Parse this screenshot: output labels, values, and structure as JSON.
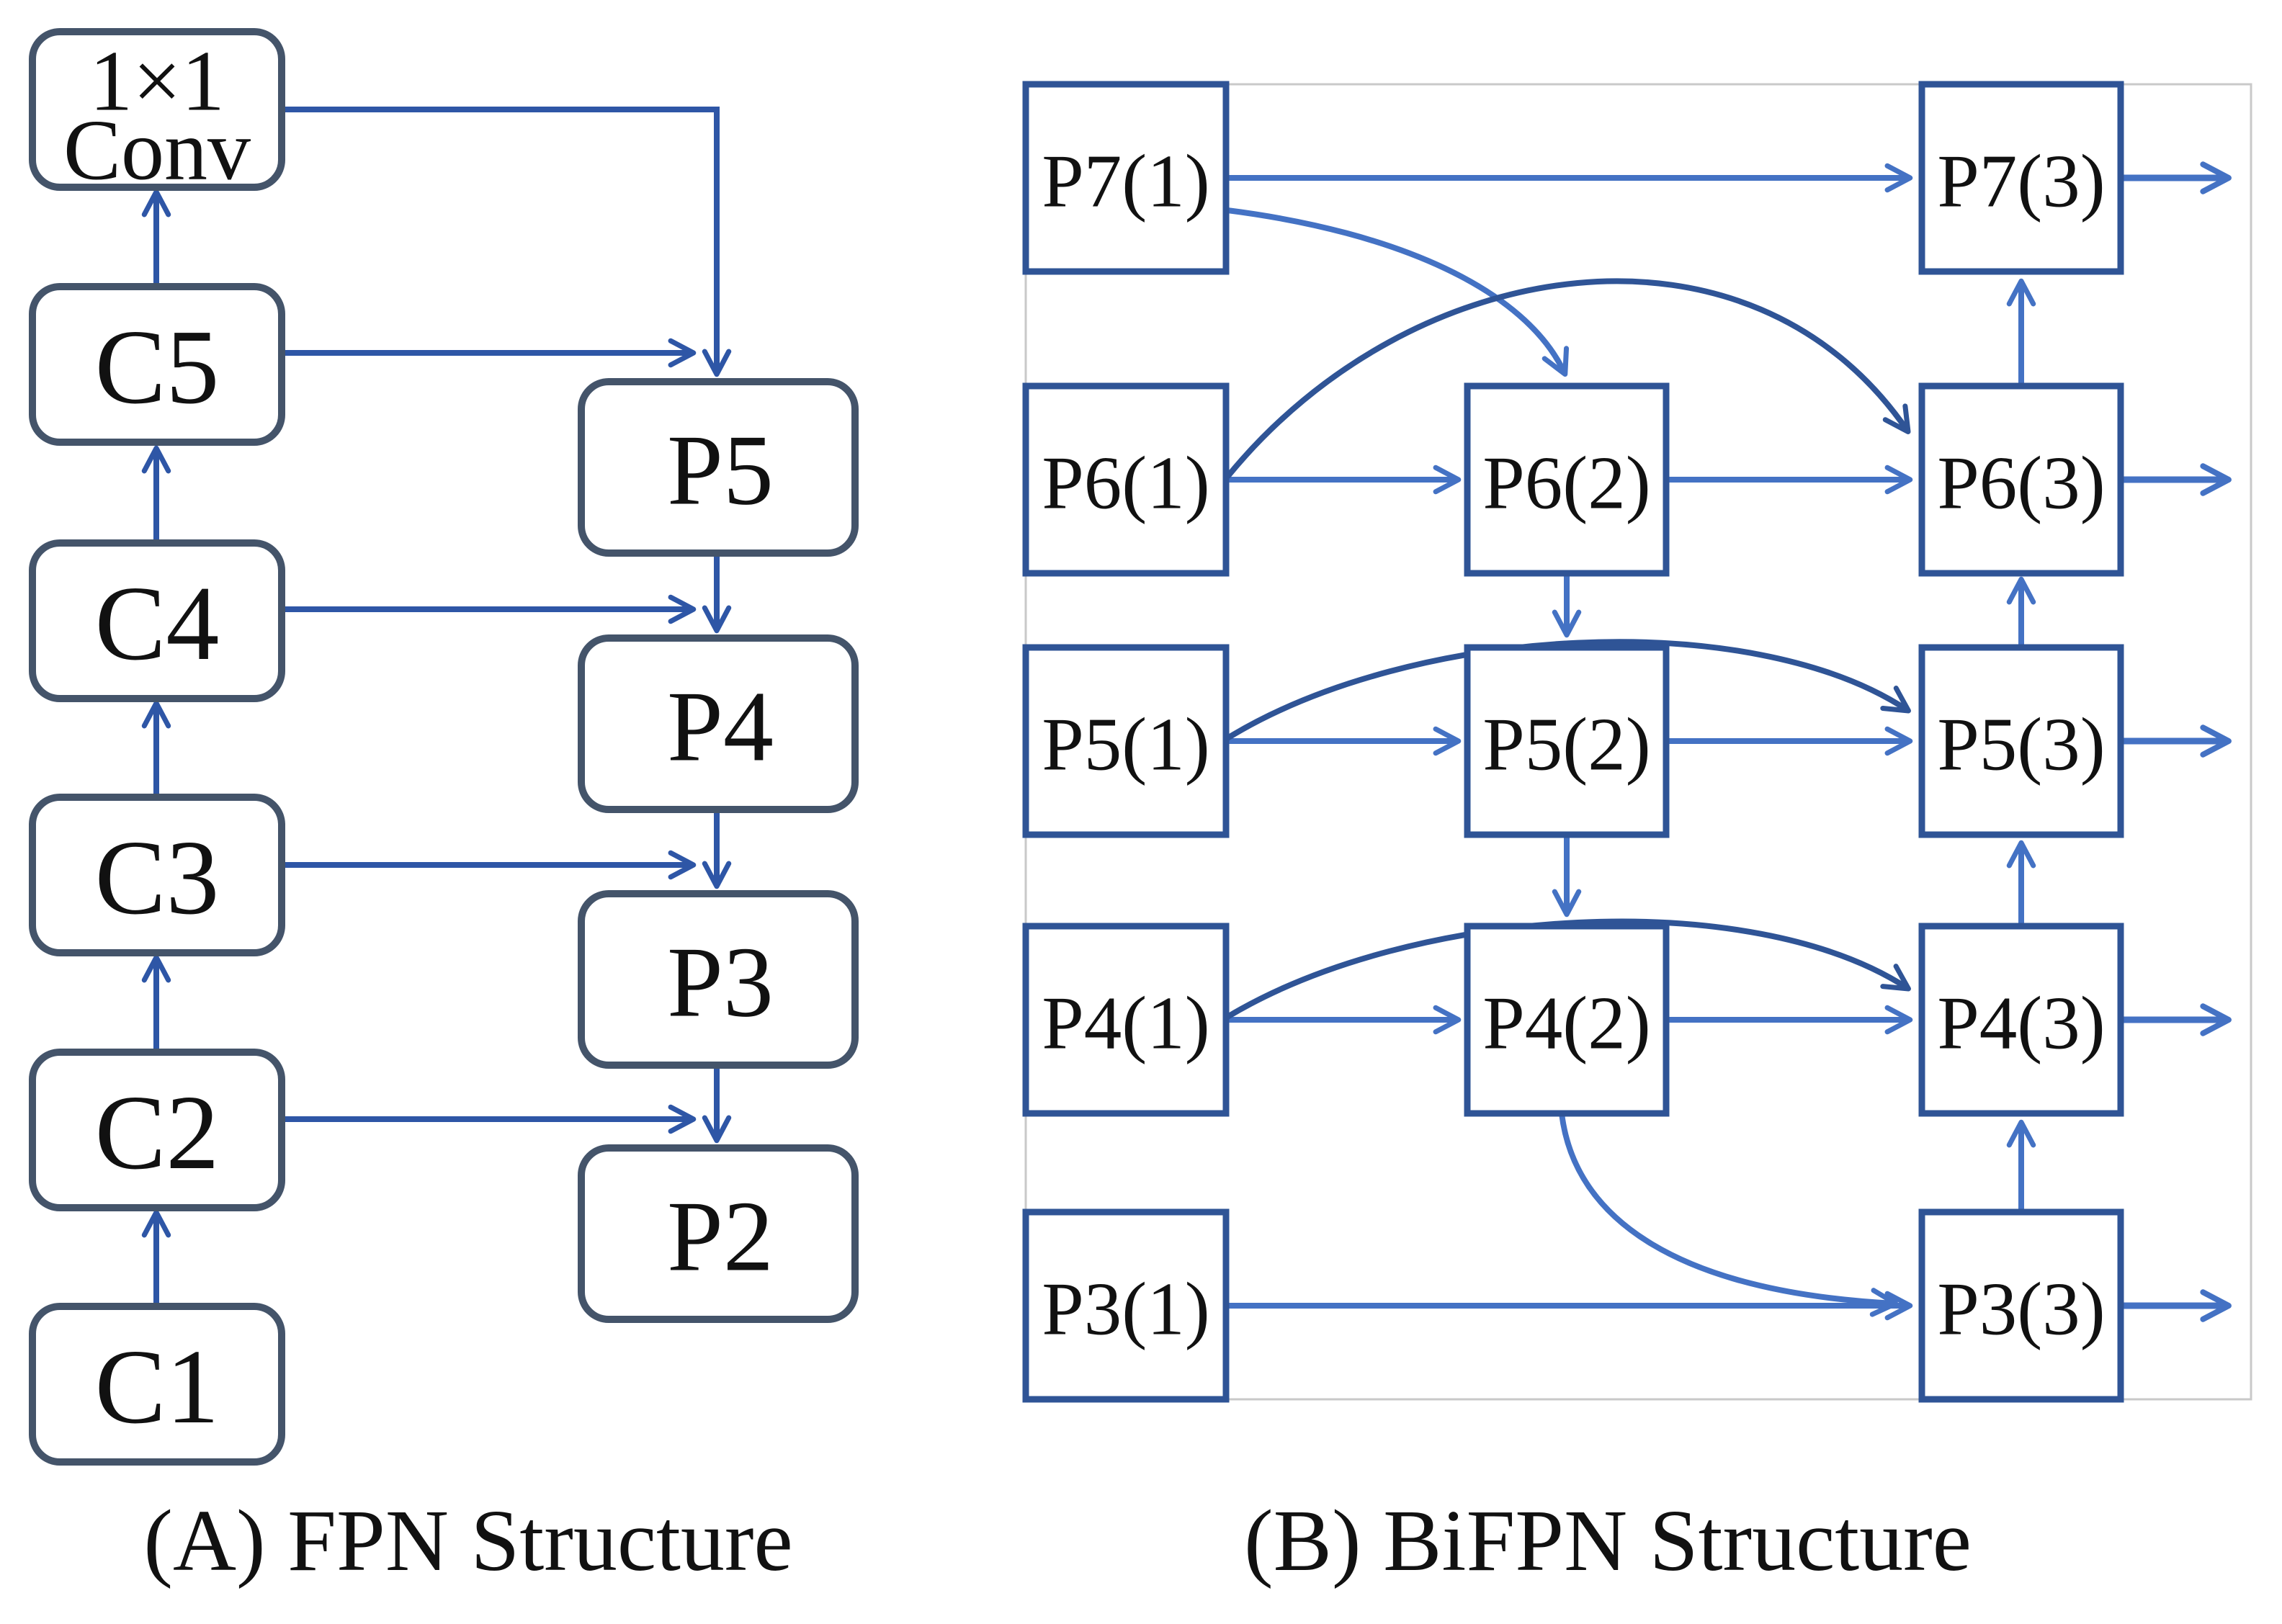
{
  "colors": {
    "left_box_border": "#44546A",
    "left_arrow": "#2E56A6",
    "right_box_border": "#2F5496",
    "arrow_light": "#4472C4",
    "arrow_dark": "#2F5496",
    "frame": "#C9C9C9",
    "text": "#111111",
    "background": "#FFFFFF"
  },
  "fpn": {
    "caption": "(A) FPN Structure",
    "conv_line1": "1×1",
    "conv_line2": "Conv",
    "backbone": [
      "C5",
      "C4",
      "C3",
      "C2",
      "C1"
    ],
    "pyramid": [
      "P5",
      "P4",
      "P3",
      "P2"
    ],
    "connections": [
      "C1→C2",
      "C2→C3",
      "C3→C4",
      "C4→C5",
      "C5→1×1 Conv",
      "1×1 Conv→P5",
      "C5→P5",
      "C4→P4",
      "C3→P3",
      "C2→P2",
      "P5→P4",
      "P4→P3",
      "P3→P2"
    ]
  },
  "bifpn": {
    "caption": "(B) BiFPN Structure",
    "input_column": [
      "P7(1)",
      "P6(1)",
      "P5(1)",
      "P4(1)",
      "P3(1)"
    ],
    "middle_column": [
      "P6(2)",
      "P5(2)",
      "P4(2)"
    ],
    "output_column": [
      "P7(3)",
      "P6(3)",
      "P5(3)",
      "P4(3)",
      "P3(3)"
    ],
    "connections": [
      "P7(1)→P7(3)",
      "P7(1)→P6(2)",
      "P6(1)→P6(2)",
      "P6(2)→P6(3)",
      "P6(1)→P6(3)",
      "P6(2)→P5(2)",
      "P5(1)→P5(2)",
      "P5(2)→P5(3)",
      "P5(1)→P5(3)",
      "P5(2)→P4(2)",
      "P4(1)→P4(2)",
      "P4(2)→P4(3)",
      "P4(1)→P4(3)",
      "P4(2)→P3(3)",
      "P3(1)→P3(3)",
      "P3(3)→P4(3)",
      "P4(3)→P5(3)",
      "P5(3)→P6(3)",
      "P6(3)→P7(3)",
      "P7(3)→out",
      "P6(3)→out",
      "P5(3)→out",
      "P4(3)→out",
      "P3(3)→out"
    ]
  }
}
